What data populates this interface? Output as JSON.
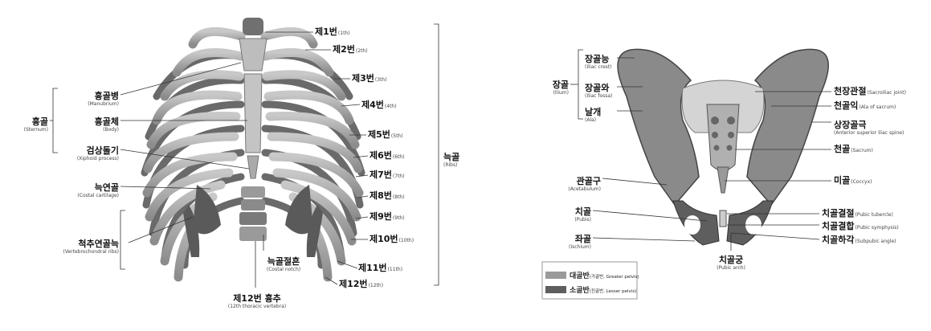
{
  "thorax": {
    "sternum_group": {
      "ko": "흉골",
      "en": "(Sternum)"
    },
    "manubrium": {
      "ko": "흉골병",
      "en": "(Manubrium)"
    },
    "body": {
      "ko": "흉골체",
      "en": "(Body)"
    },
    "xiphoid": {
      "ko": "검상돌기",
      "en": "(Xiphoid process)"
    },
    "costal_cartilage": {
      "ko": "늑연골",
      "en": "(Costal cartilage)"
    },
    "vertebrochondral": {
      "ko": "척추연골늑",
      "en": "(Vertebrochondral ribs)"
    },
    "costal_notch": {
      "ko": "늑골절흔",
      "en": "(Costal notch)"
    },
    "t12": {
      "ko": "제12번 흉추",
      "en": "(12th thoracic vertebra)"
    },
    "ribs_group": {
      "ko": "늑골",
      "en": "(Ribs)"
    },
    "ribs": [
      {
        "ko": "제1번",
        "en": "(1th)"
      },
      {
        "ko": "제2번",
        "en": "(2th)"
      },
      {
        "ko": "제3번",
        "en": "(3th)"
      },
      {
        "ko": "제4번",
        "en": "(4th)"
      },
      {
        "ko": "제5번",
        "en": "(5th)"
      },
      {
        "ko": "제6번",
        "en": "(6th)"
      },
      {
        "ko": "제7번",
        "en": "(7th)"
      },
      {
        "ko": "제8번",
        "en": "(8th)"
      },
      {
        "ko": "제9번",
        "en": "(9th)"
      },
      {
        "ko": "제10번",
        "en": "(10th)"
      },
      {
        "ko": "제11번",
        "en": "(11th)"
      },
      {
        "ko": "제12번",
        "en": "(12th)"
      }
    ]
  },
  "pelvis": {
    "ilium_group": {
      "ko": "장골",
      "en": "(Ilium)"
    },
    "iliac_crest": {
      "ko": "장골능",
      "en": "(Iliac crest)"
    },
    "iliac_fossa": {
      "ko": "장골와",
      "en": "(Iliac fossa)"
    },
    "ala": {
      "ko": "날개",
      "en": "(Ala)"
    },
    "acetabulum": {
      "ko": "관골구",
      "en": "(Acetabulum)"
    },
    "pubis": {
      "ko": "치골",
      "en": "(Pubis)"
    },
    "ischium": {
      "ko": "좌골",
      "en": "(Ischium)"
    },
    "pubic_arch": {
      "ko": "치골궁",
      "en": "(Pubic arch)"
    },
    "sacroiliac": {
      "ko": "천장관절",
      "en": "(Sacroiliac joint)"
    },
    "ala_sacrum": {
      "ko": "천골익",
      "en": "(Ala of sacrum)"
    },
    "asis": {
      "ko": "상장골극",
      "en": "(Anterior superior iliac spine)"
    },
    "sacrum": {
      "ko": "천골",
      "en": "(Sacrum)"
    },
    "coccyx": {
      "ko": "미골",
      "en": "(Coccyx)"
    },
    "pubic_tubercle": {
      "ko": "치골결절",
      "en": "(Pubic tubercle)"
    },
    "pubic_symphysis": {
      "ko": "치골결합",
      "en": "(Pubic symphysis)"
    },
    "subpubic_angle": {
      "ko": "치골하각",
      "en": "(Subpubic angle)"
    },
    "legend": [
      {
        "ko": "대골반",
        "en": "(가골반, Greater pelvis)",
        "color": "#9a9a9a"
      },
      {
        "ko": "소골반",
        "en": "(진골반, Lesser pelvis)",
        "color": "#5e5e5e"
      }
    ]
  }
}
